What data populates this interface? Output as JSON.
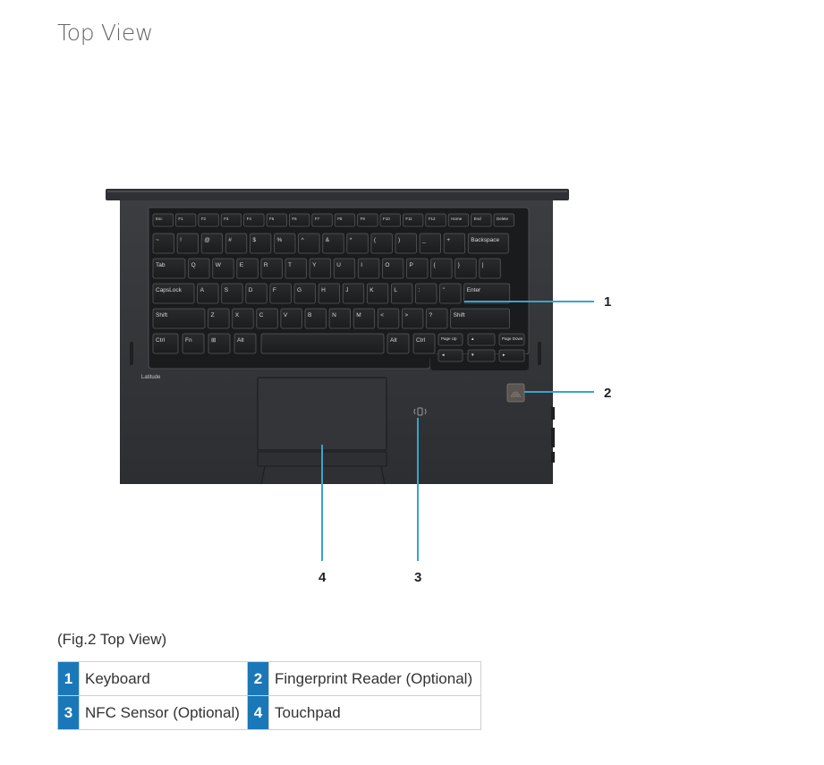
{
  "page": {
    "title": "Top View"
  },
  "figure": {
    "callouts": [
      "1",
      "2",
      "3",
      "4"
    ],
    "brand": "Latitude",
    "keys": {
      "r0": [
        "Esc",
        "F1",
        "F2",
        "F3",
        "F4",
        "F5",
        "F6",
        "F7",
        "F8",
        "F9",
        "F10",
        "F11",
        "F12",
        "Home",
        "End",
        "Delete"
      ],
      "r1": [
        "~",
        "!",
        "@",
        "#",
        "$",
        "%",
        "^",
        "&",
        "*",
        "(",
        ")",
        "_",
        "+",
        "Backspace"
      ],
      "r2": [
        "Tab",
        "Q",
        "W",
        "E",
        "R",
        "T",
        "Y",
        "U",
        "I",
        "O",
        "P",
        "{",
        "}",
        "|"
      ],
      "r3": [
        "CapsLock",
        "A",
        "S",
        "D",
        "F",
        "G",
        "H",
        "J",
        "K",
        "L",
        ":",
        "\"",
        "Enter"
      ],
      "r4": [
        "Shift",
        "Z",
        "X",
        "C",
        "V",
        "B",
        "N",
        "M",
        "<",
        ">",
        "?",
        "Shift"
      ],
      "r5": [
        "Ctrl",
        "Fn",
        "⊞",
        "Alt",
        "",
        "Alt",
        "Ctrl",
        "Page Up",
        "▲",
        "Page Down"
      ],
      "r6": [
        "◄",
        "▼",
        "►"
      ]
    }
  },
  "caption": "(Fig.2 Top View)",
  "legend": [
    {
      "num": "1",
      "label": "Keyboard"
    },
    {
      "num": "2",
      "label": "Fingerprint Reader (Optional)"
    },
    {
      "num": "3",
      "label": "NFC Sensor (Optional)"
    },
    {
      "num": "4",
      "label": "Touchpad"
    }
  ]
}
